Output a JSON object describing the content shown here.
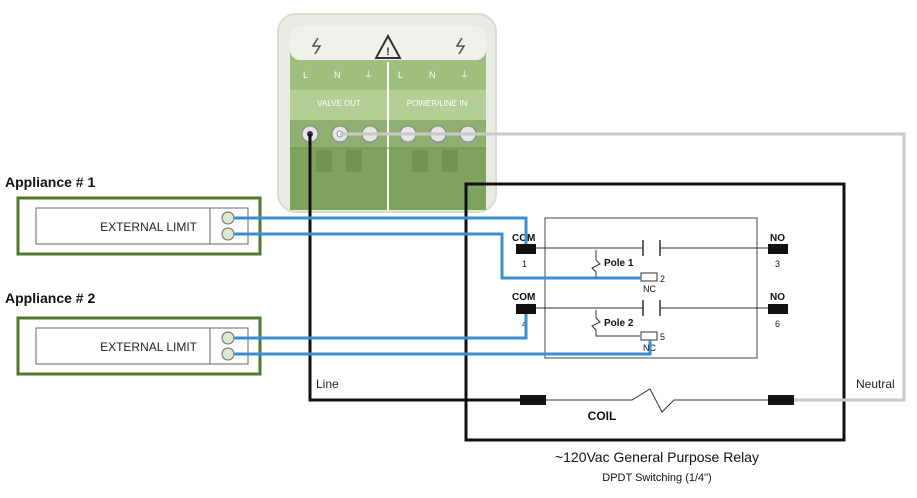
{
  "appliances": [
    {
      "title": "Appliance # 1",
      "limit_label": "EXTERNAL LIMIT"
    },
    {
      "title": "Appliance # 2",
      "limit_label": "EXTERNAL LIMIT"
    }
  ],
  "controller": {
    "terminals": [
      "L",
      "N",
      "⏚",
      "L",
      "N",
      "⏚"
    ],
    "valve_out_label": "VALVE OUT",
    "power_line_label": "POWER/LINE IN"
  },
  "relay": {
    "com_label": "COM",
    "no_label": "NO",
    "nc_label": "NC",
    "pole1_label": "Pole 1",
    "pole2_label": "Pole 2",
    "pin_com1": "1",
    "pin_nc1": "2",
    "pin_no1": "3",
    "pin_com2": "4",
    "pin_nc2": "5",
    "pin_no2": "6",
    "coil_label": "COIL",
    "title": "~120Vac General Purpose Relay",
    "subtitle": "DPDT Switching  (1/4\")"
  },
  "wires": {
    "line_label": "Line",
    "neutral_label": "Neutral"
  },
  "colors": {
    "appliance_border": "#4e7a2e",
    "wire_blue": "#3a8fd0",
    "wire_gray": "#c8c8c8",
    "panel_green": "#9fbf7f",
    "panel_dark": "#7ea35e"
  }
}
